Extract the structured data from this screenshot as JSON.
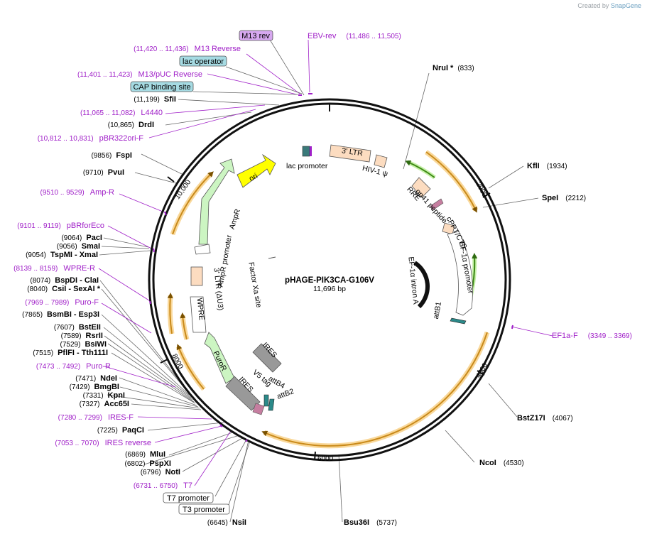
{
  "plasmid": {
    "name": "pHAGE-PIK3CA-G106V",
    "size": "11,696 bp"
  },
  "credit": {
    "prefix": "Created by",
    "brand": "SnapGene"
  },
  "ring_ticks": [
    "2000",
    "4000",
    "6000",
    "8000",
    "10,000"
  ],
  "enzymes": [
    {
      "name": "NruI *",
      "pos": "(833)"
    },
    {
      "name": "KflI",
      "pos": "(1934)"
    },
    {
      "name": "SpeI",
      "pos": "(2212)"
    },
    {
      "name": "BstZ17I",
      "pos": "(4067)"
    },
    {
      "name": "NcoI",
      "pos": "(4530)"
    },
    {
      "name": "Bsu36I",
      "pos": "(5737)"
    },
    {
      "name": "NsiI",
      "pos": "(6645)"
    },
    {
      "name": "NotI",
      "pos": "(6796)"
    },
    {
      "name": "PspXI",
      "pos": "(6802)"
    },
    {
      "name": "MluI",
      "pos": "(6869)"
    },
    {
      "name": "PaqCI",
      "pos": "(7225)"
    },
    {
      "name": "Acc65I",
      "pos": "(7327)"
    },
    {
      "name": "KpnI",
      "pos": "(7331)"
    },
    {
      "name": "BmgBI",
      "pos": "(7429)"
    },
    {
      "name": "NdeI",
      "pos": "(7471)"
    },
    {
      "name": "PflFI - Tth111I",
      "pos": "(7515)"
    },
    {
      "name": "BsiWI",
      "pos": "(7529)"
    },
    {
      "name": "RsrII",
      "pos": "(7589)"
    },
    {
      "name": "BstEII",
      "pos": "(7607)"
    },
    {
      "name": "BsmBI - Esp3I",
      "pos": "(7865)"
    },
    {
      "name": "CsiI - SexAI *",
      "pos": "(8040)"
    },
    {
      "name": "BspDI - ClaI",
      "pos": "(8074)"
    },
    {
      "name": "TspMI - XmaI",
      "pos": "(9054)"
    },
    {
      "name": "SmaI",
      "pos": "(9056)"
    },
    {
      "name": "PacI",
      "pos": "(9064)"
    },
    {
      "name": "PvuI",
      "pos": "(9710)"
    },
    {
      "name": "FspI",
      "pos": "(9856)"
    },
    {
      "name": "DrdI",
      "pos": "(10,865)"
    },
    {
      "name": "SfiI",
      "pos": "(11,199)"
    }
  ],
  "primers": [
    {
      "name": "EBV-rev",
      "pos": "(11,486 .. 11,505)"
    },
    {
      "name": "M13 Reverse",
      "pos": "(11,420 .. 11,436)"
    },
    {
      "name": "M13/pUC Reverse",
      "pos": "(11,401 .. 11,423)"
    },
    {
      "name": "L4440",
      "pos": "(11,065 .. 11,082)"
    },
    {
      "name": "pBR322ori-F",
      "pos": "(10,812 .. 10,831)"
    },
    {
      "name": "Amp-R",
      "pos": "(9510 .. 9529)"
    },
    {
      "name": "pBRforEco",
      "pos": "(9101 .. 9119)"
    },
    {
      "name": "WPRE-R",
      "pos": "(8139 .. 8159)"
    },
    {
      "name": "Puro-F",
      "pos": "(7969 .. 7989)"
    },
    {
      "name": "Puro-R",
      "pos": "(7473 .. 7492)"
    },
    {
      "name": "IRES-F",
      "pos": "(7280 .. 7299)"
    },
    {
      "name": "IRES reverse",
      "pos": "(7053 .. 7070)"
    },
    {
      "name": "T7",
      "pos": "(6731 .. 6750)"
    },
    {
      "name": "EF1a-F",
      "pos": "(3349 .. 3369)"
    }
  ],
  "boxed": {
    "m13rev": "M13 rev",
    "lac_operator": "lac operator",
    "cap": "CAP binding site",
    "t7_promoter": "T7 promoter",
    "t3_promoter": "T3 promoter"
  },
  "features": {
    "lac_promoter": "lac promoter",
    "ltr3": "3' LTR",
    "hiv": "HIV-1 ψ",
    "rre": "RRE",
    "gp41": "gp41 peptide",
    "cppt": "cPPT/CTS",
    "ef1a_promoter": "EF-1α promoter",
    "ef1a_intron": "EF-1α intron A",
    "attb1": "attB1",
    "ori": "ori",
    "ampr": "AmpR",
    "ampr_promoter": "AmpR promoter",
    "ltr_du3": "3' LTR (ΔU3)",
    "factor_xa": "Factor Xa site",
    "wpre": "WPRE",
    "puror": "PuroR",
    "ires_inner": "IRES",
    "ires_outer": "IRES",
    "v5": "V5 tag",
    "attb4": "attB4",
    "attb2": "attB2"
  },
  "colors": {
    "orf": "#f4a82a",
    "primer": "#a020c8",
    "ampr": "#ccf5c2",
    "ltr": "#fcdcc0",
    "ori": "#ffff00",
    "ires": "#999999",
    "boxblue": "#a6dbe3",
    "boxpurple": "#d7a8f0"
  }
}
